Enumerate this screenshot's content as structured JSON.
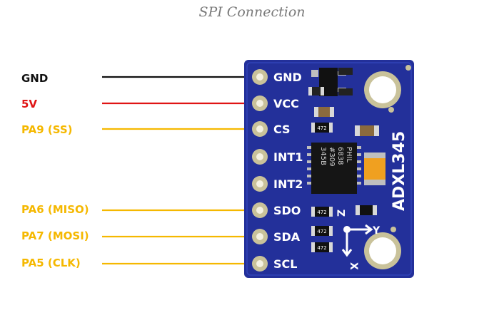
{
  "title": "SPI Connection",
  "colors": {
    "black_wire": "#111111",
    "red_wire": "#e01414",
    "signal_wire": "#f5b800",
    "board": "#23309a",
    "pad": "#c9c29a"
  },
  "connections": [
    {
      "label": "GND",
      "pin": "GND",
      "color": "#111111"
    },
    {
      "label": "5V",
      "pin": "VCC",
      "color": "#e01414"
    },
    {
      "label": "PA9 (SS)",
      "pin": "CS",
      "color": "#f5b800"
    },
    {
      "label": "",
      "pin": "INT1",
      "color": ""
    },
    {
      "label": "",
      "pin": "INT2",
      "color": ""
    },
    {
      "label": "PA6 (MISO)",
      "pin": "SDO",
      "color": "#f5b800"
    },
    {
      "label": "PA7 (MOSI)",
      "pin": "SDA",
      "color": "#f5b800"
    },
    {
      "label": "PA5 (CLK)",
      "pin": "SCL",
      "color": "#f5b800"
    }
  ],
  "board": {
    "name": "ADXL345",
    "chip_text": [
      "PHIL",
      "6838",
      "#309",
      "345B"
    ],
    "resistor_text": "472",
    "axes": [
      "Z",
      "Y",
      "X"
    ]
  }
}
